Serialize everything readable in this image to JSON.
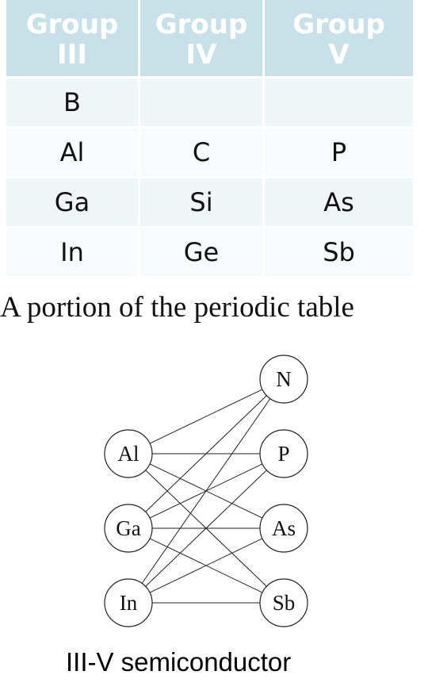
{
  "table": {
    "headers": [
      "Group\nIII",
      "Group\nIV",
      "Group\nV"
    ],
    "rows": [
      [
        "B",
        "",
        ""
      ],
      [
        "Al",
        "C",
        "P"
      ],
      [
        "Ga",
        "Si",
        "As"
      ],
      [
        "In",
        "Ge",
        "Sb"
      ]
    ],
    "colors": {
      "header_bg": "#c6e2e8",
      "header_text": "#ffffff",
      "cell_bg": "#eef6f8"
    }
  },
  "caption_table": "A portion of the periodic table",
  "diagram": {
    "left_nodes": [
      "Al",
      "Ga",
      "In"
    ],
    "right_nodes": [
      "N",
      "P",
      "As",
      "Sb"
    ],
    "edges": "every left node connected to every right node"
  },
  "caption_diagram": "III-V semiconductor"
}
